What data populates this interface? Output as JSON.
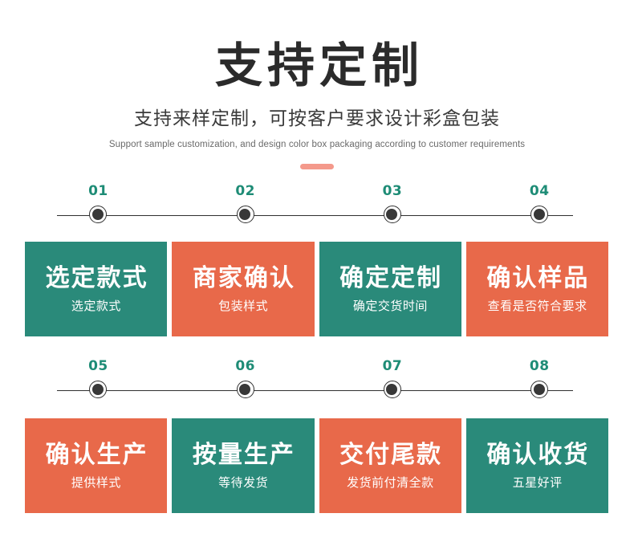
{
  "header": {
    "title": "支持定制",
    "subtitle_cn": "支持来样定制，可按客户要求设计彩盒包装",
    "subtitle_en": "Support sample customization, and design color box packaging according to customer requirements",
    "accent_color": "#F4998B"
  },
  "colors": {
    "green": "#2A8A7A",
    "orange": "#E8694A",
    "number": "#1E8C76",
    "line": "#2f2f2f",
    "dot": "#383838",
    "title_text": "#2b2b2b"
  },
  "timelines": [
    {
      "nodes": [
        {
          "number": "01"
        },
        {
          "number": "02"
        },
        {
          "number": "03"
        },
        {
          "number": "04"
        }
      ]
    },
    {
      "nodes": [
        {
          "number": "05"
        },
        {
          "number": "06"
        },
        {
          "number": "07"
        },
        {
          "number": "08"
        }
      ]
    }
  ],
  "rows": [
    {
      "cards": [
        {
          "title": "选定款式",
          "desc": "选定款式",
          "color": "green"
        },
        {
          "title": "商家确认",
          "desc": "包装样式",
          "color": "orange"
        },
        {
          "title": "确定定制",
          "desc": "确定交货时间",
          "color": "green"
        },
        {
          "title": "确认样品",
          "desc": "查看是否符合要求",
          "color": "orange"
        }
      ]
    },
    {
      "cards": [
        {
          "title": "确认生产",
          "desc": "提供样式",
          "color": "orange"
        },
        {
          "title": "按量生产",
          "desc": "等待发货",
          "color": "green"
        },
        {
          "title": "交付尾款",
          "desc": "发货前付清全款",
          "color": "orange"
        },
        {
          "title": "确认收货",
          "desc": "五星好评",
          "color": "green"
        }
      ]
    }
  ]
}
